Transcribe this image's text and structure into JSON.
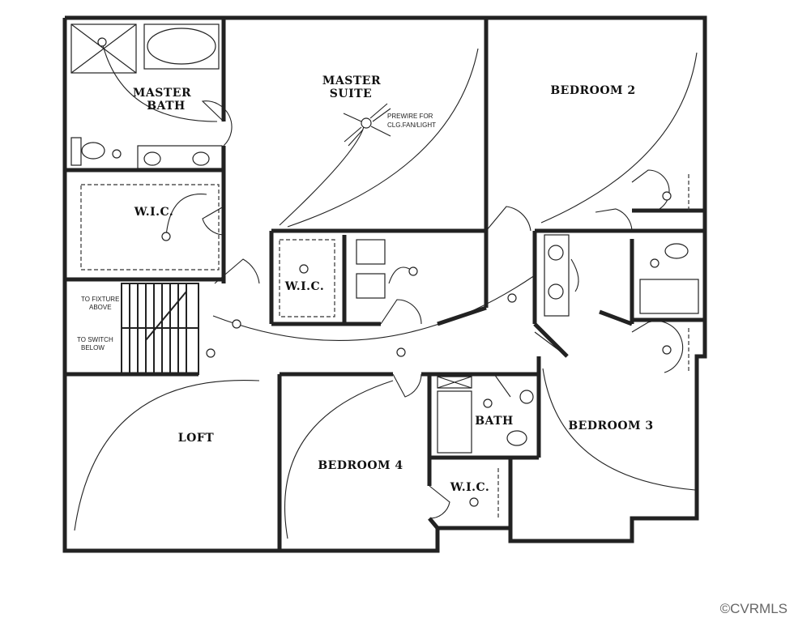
{
  "rooms": {
    "master_bath_line1": "MASTER",
    "master_bath_line2": "BATH",
    "master_suite_line1": "MASTER",
    "master_suite_line2": "SUITE",
    "bedroom2": "BEDROOM 2",
    "wic_master": "W.I.C.",
    "wic_center": "W.I.C.",
    "loft": "LOFT",
    "bedroom4": "BEDROOM 4",
    "bath": "BATH",
    "bedroom3": "BEDROOM 3",
    "wic_small": "W.I.C."
  },
  "notes": {
    "prewire_line1": "PREWIRE FOR",
    "prewire_line2": "CLG.FAN/LIGHT",
    "fixture_line1": "TO FIXTURE",
    "fixture_line2": "ABOVE",
    "switch_line1": "TO SWITCH",
    "switch_line2": "BELOW"
  },
  "copyright": "©CVRMLS"
}
